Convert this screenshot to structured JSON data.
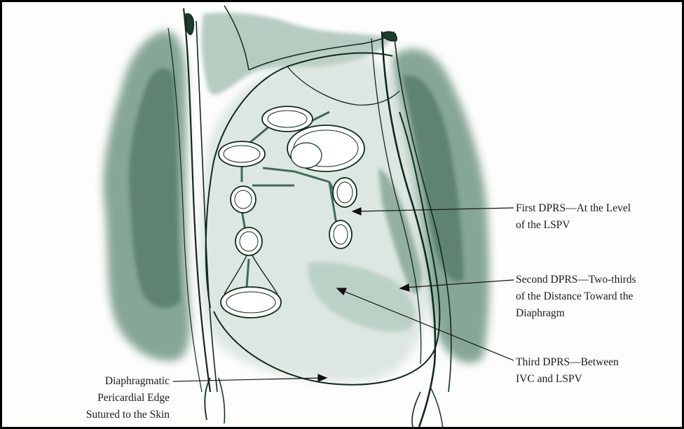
{
  "colors": {
    "ink": "#0f2a1c",
    "wash_dark": "#3f6b55",
    "wash_mid": "#7fa391",
    "wash_light": "#c4d6cb",
    "paper": "#fdfdfc",
    "frame": "#000000"
  },
  "labels": {
    "first": {
      "line1": "First DPRS—At the Level",
      "line2": "of the LSPV"
    },
    "second": {
      "line1": "Second DPRS—Two-thirds",
      "line2": "of the Distance Toward the",
      "line3": "Diaphragm"
    },
    "third": {
      "line1": "Third DPRS—Between",
      "line2": "IVC and LSPV"
    },
    "edge": {
      "line1": "Diaphragmatic",
      "line2": "Pericardial Edge",
      "line3": "Sutured to the Skin"
    }
  }
}
